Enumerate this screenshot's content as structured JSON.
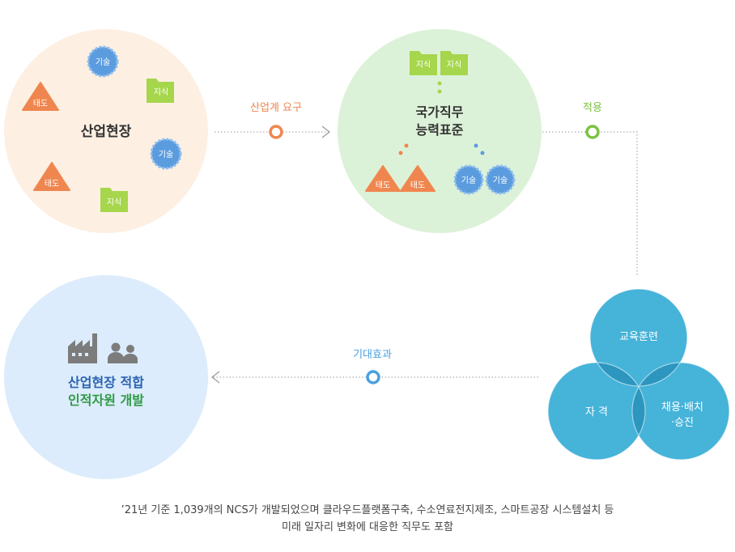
{
  "labels": {
    "industry_site": "산업현장",
    "ncs_line1": "국가직무",
    "ncs_line2": "능력표준",
    "result_line1": "산업현장 적합",
    "result_line2": "인적자원 개발"
  },
  "arrows": {
    "industry_demand": "산업계 요구",
    "apply": "적용",
    "expected_effect": "기대효과"
  },
  "badges": {
    "knowledge": "지식",
    "skill": "기술",
    "attitude": "태도"
  },
  "venn": {
    "education": "교육훈련",
    "qualification": "자 격",
    "hiring_line1": "채용·배치",
    "hiring_line2": "·승진"
  },
  "caption": {
    "line1": "’21년 기준 1,039개의 NCS가 개발되었으며 클라우드플랫폼구축, 수소연료전지제조, 스마트공장 시스템설치 등",
    "line2": "미래 일자리 변화에 대응한 직무도 포함"
  },
  "colors": {
    "industry_circle": "#fdf0e2",
    "ncs_circle": "#dcf2d8",
    "result_circle": "#dcecfc",
    "venn_circle": "#46b3d9",
    "knowledge_badge": "#a6d64c",
    "skill_badge": "#5b9cdf",
    "attitude_badge": "#f0864f",
    "demand_accent": "#f0864f",
    "apply_accent": "#7dc242",
    "effect_accent": "#4aa0e0",
    "result_line2_text": "#2f9a45",
    "result_line1_text": "#2b62b0"
  }
}
